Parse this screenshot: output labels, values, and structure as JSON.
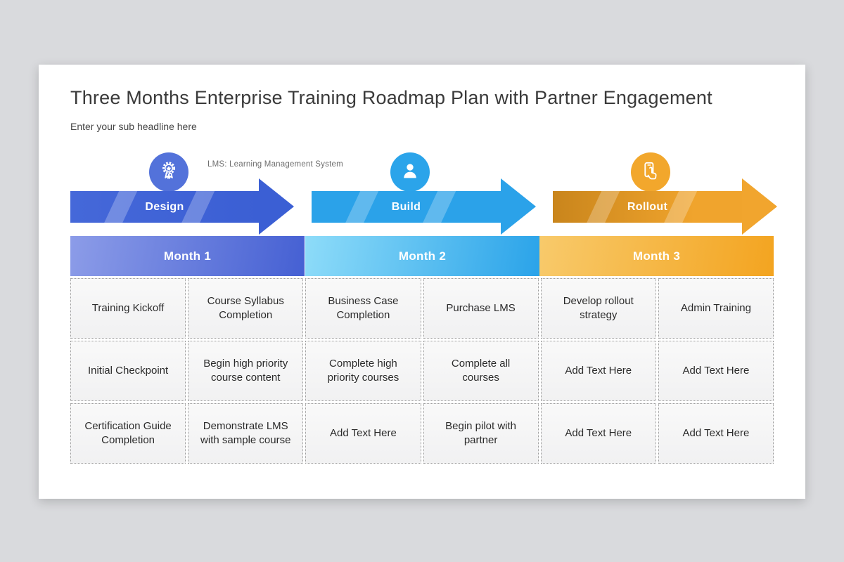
{
  "slide": {
    "title": "Three Months Enterprise Training Roadmap Plan with Partner Engagement",
    "subtitle": "Enter your sub headline here",
    "note": "LMS: Learning Management System",
    "background_color": "#d9dadd",
    "card_color": "#ffffff"
  },
  "phases": [
    {
      "label": "Design",
      "month": "Month 1",
      "icon": "award-ribbon-icon",
      "arrow_color": "#3b5fd4",
      "circle_color": "#5372da",
      "header_gradient_start": "#8c9ce8",
      "header_gradient_end": "#4560d3"
    },
    {
      "label": "Build",
      "month": "Month 2",
      "icon": "person-icon",
      "arrow_color": "#2ba2e9",
      "circle_color": "#2ba4ea",
      "header_gradient_start": "#8edcf9",
      "header_gradient_end": "#2aa3e9"
    },
    {
      "label": "Rollout",
      "month": "Month 3",
      "icon": "tap-gesture-icon",
      "arrow_color_start": "#c9851c",
      "arrow_color": "#f1a52e",
      "circle_color": "#f2a72c",
      "header_gradient_start": "#f8ca6b",
      "header_gradient_end": "#f3a420"
    }
  ],
  "table": {
    "rows": [
      [
        "Training Kickoff",
        "Course Syllabus Completion",
        "Business Case Completion",
        "Purchase LMS",
        "Develop rollout strategy",
        "Admin Training"
      ],
      [
        "Initial Checkpoint",
        "Begin high priority course content",
        "Complete high priority courses",
        "Complete all courses",
        "Add Text Here",
        "Add Text Here"
      ],
      [
        "Certification Guide Completion",
        "Demonstrate LMS with sample course",
        "Add Text Here",
        "Begin pilot with partner",
        "Add Text Here",
        "Add Text Here"
      ]
    ]
  }
}
